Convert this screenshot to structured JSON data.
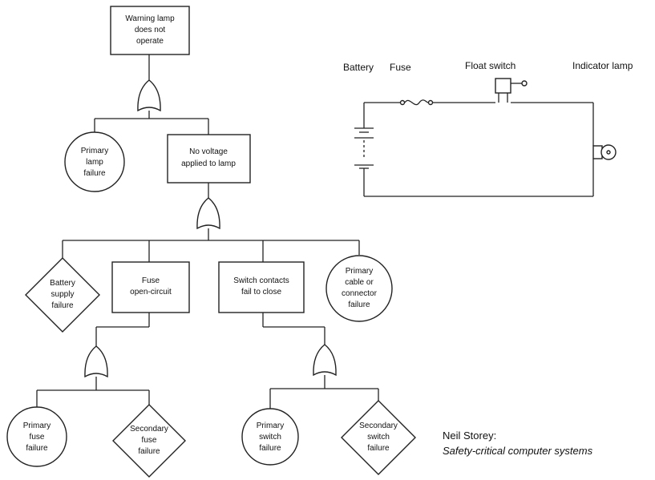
{
  "fault_tree": {
    "top_event": [
      "Warning lamp",
      "does not",
      "operate"
    ],
    "primary_lamp": [
      "Primary",
      "lamp",
      "failure"
    ],
    "no_voltage": [
      "No voltage",
      "applied to lamp"
    ],
    "battery_supply": [
      "Battery",
      "supply",
      "failure"
    ],
    "fuse_open": [
      "Fuse",
      "open-circuit"
    ],
    "switch_contacts": [
      "Switch contacts",
      "fail to close"
    ],
    "primary_cable": [
      "Primary",
      "cable or",
      "connector",
      "failure"
    ],
    "primary_fuse": [
      "Primary",
      "fuse",
      "failure"
    ],
    "secondary_fuse": [
      "Secondary",
      "fuse",
      "failure"
    ],
    "primary_switch": [
      "Primary",
      "switch",
      "failure"
    ],
    "secondary_switch": [
      "Secondary",
      "switch",
      "failure"
    ]
  },
  "circuit": {
    "battery": "Battery",
    "fuse": "Fuse",
    "float_switch": "Float switch",
    "indicator_lamp": "Indicator lamp"
  },
  "citation": {
    "author": "Neil Storey:",
    "book": "Safety-critical computer systems"
  }
}
